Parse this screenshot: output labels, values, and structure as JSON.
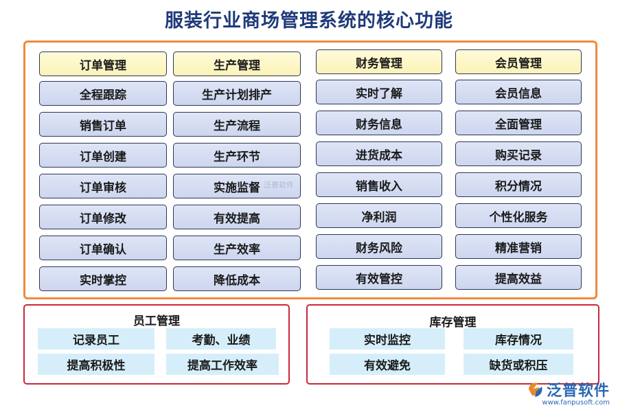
{
  "title": "服装行业商场管理系统的核心功能",
  "columns": [
    {
      "header": "订单管理",
      "items": [
        "全程跟踪",
        "销售订单",
        "订单创建",
        "订单审核",
        "订单修改",
        "订单确认",
        "实时掌控"
      ]
    },
    {
      "header": "生产管理",
      "items": [
        "生产计划排产",
        "生产流程",
        "生产环节",
        "实施监督",
        "有效提高",
        "生产效率",
        "降低成本"
      ]
    },
    {
      "header": "财务管理",
      "items": [
        "实时了解",
        "财务信息",
        "进货成本",
        "销售收入",
        "净利润",
        "财务风险",
        "有效管控"
      ]
    },
    {
      "header": "会员管理",
      "items": [
        "会员信息",
        "全面管理",
        "购买记录",
        "积分情况",
        "个性化服务",
        "精准营销",
        "提高效益"
      ]
    }
  ],
  "staff": {
    "title": "员工管理",
    "items": [
      "记录员工",
      "考勤、业绩",
      "提高积极性",
      "提高工作效率"
    ]
  },
  "inventory": {
    "title": "库存管理",
    "items": [
      "实时监控",
      "库存情况",
      "有效避免",
      "缺货或积压"
    ]
  },
  "watermark": "泛普软件",
  "logo": {
    "name": "泛普软件",
    "url": "www.fanpusoft.com"
  },
  "colors": {
    "title": "#1f3a7a",
    "main_border": "#ee8a3b",
    "sub_border": "#c8283a",
    "header_fill": "#fbf3b8",
    "item_fill": "#d5dcf2",
    "cell_fill": "#d5eefa",
    "logo": "#2a68b4"
  }
}
